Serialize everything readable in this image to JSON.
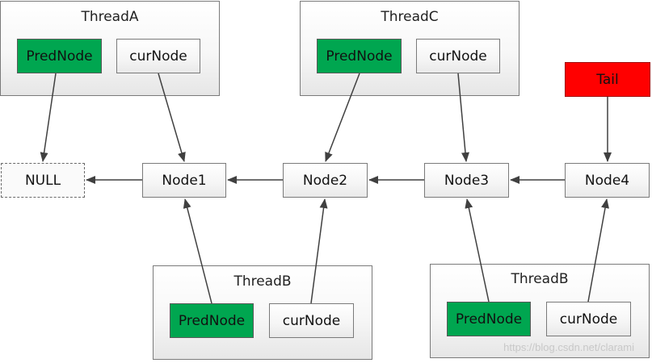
{
  "threads": {
    "a": {
      "title": "ThreadA",
      "pred": "PredNode",
      "cur": "curNode"
    },
    "c": {
      "title": "ThreadC",
      "pred": "PredNode",
      "cur": "curNode"
    },
    "b1": {
      "title": "ThreadB",
      "pred": "PredNode",
      "cur": "curNode"
    },
    "b2": {
      "title": "ThreadB",
      "pred": "PredNode",
      "cur": "curNode"
    }
  },
  "queue": {
    "null_label": "NULL",
    "nodes": [
      "Node1",
      "Node2",
      "Node3",
      "Node4"
    ],
    "tail_label": "Tail"
  },
  "watermark": "https://blog.csdn.net/clarami",
  "colors": {
    "pred_fill": "#00a650",
    "tail_fill": "#ff0000",
    "arrow": "#404040"
  }
}
